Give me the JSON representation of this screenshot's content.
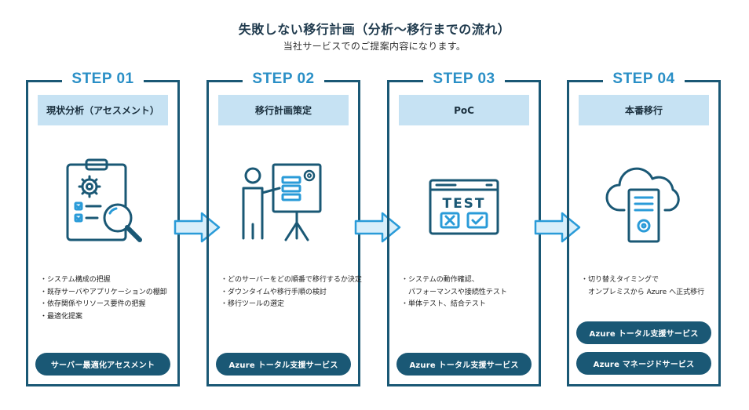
{
  "header": {
    "title": "失敗しない移行計画（分析〜移行までの流れ）",
    "subtitle": "当社サービスでのご提案内容になります。"
  },
  "steps": [
    {
      "label": "STEP 01",
      "phase": "現状分析（アセスメント）",
      "icon": "clipboard-gear-magnifier-icon",
      "bullets": [
        "・システム構成の把握",
        "・既存サーバやアプリケーションの棚卸",
        "・依存関係やリソース要件の把握",
        "・最適化提案"
      ],
      "services": [
        "サーバー最適化アセスメント"
      ]
    },
    {
      "label": "STEP 02",
      "phase": "移行計画策定",
      "icon": "presenter-whiteboard-icon",
      "bullets": [
        "・どのサーバーをどの順番で移行するか決定",
        "・ダウンタイムや移行手順の検討",
        "・移行ツールの選定"
      ],
      "services": [
        "Azure トータル支援サービス"
      ]
    },
    {
      "label": "STEP 03",
      "phase": "PoC",
      "icon": "test-window-icon",
      "bullets": [
        "・システムの動作確認、",
        "　パフォーマンスや接続性テスト",
        "・単体テスト、結合テスト"
      ],
      "services": [
        "Azure トータル支援サービス"
      ]
    },
    {
      "label": "STEP 04",
      "phase": "本番移行",
      "icon": "cloud-server-icon",
      "bullets": [
        "・切り替えタイミングで",
        "　オンプレミスから Azure へ正式移行"
      ],
      "services": [
        "Azure トータル支援サービス",
        "Azure マネージドサービス"
      ]
    }
  ],
  "colors": {
    "frame": "#1a5875",
    "step_label": "#2a8fc6",
    "phase_bg": "#c6e2f3",
    "arrow": "#2a9bd8",
    "pill": "#1a5875"
  }
}
